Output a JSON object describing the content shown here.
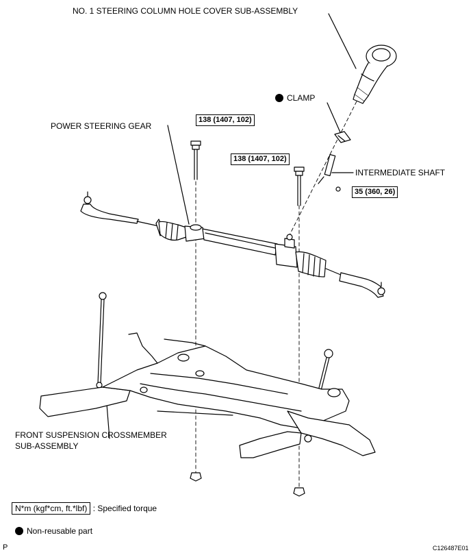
{
  "labels": {
    "column_cover": "NO. 1 STEERING COLUMN HOLE COVER SUB-ASSEMBLY",
    "clamp": "CLAMP",
    "power_steering_gear": "POWER STEERING GEAR",
    "intermediate_shaft": "INTERMEDIATE SHAFT",
    "crossmember_line1": "FRONT SUSPENSION CROSSMEMBER",
    "crossmember_line2": "SUB-ASSEMBLY"
  },
  "torques": {
    "gear_bolt_left": "138 (1407, 102)",
    "gear_bolt_right": "138 (1407, 102)",
    "shaft_bolt": "35 (360, 26)"
  },
  "legend": {
    "torque_unit": "N*m (kgf*cm, ft.*lbf)",
    "torque_desc": ": Specified torque",
    "non_reusable": "Non-reusable part"
  },
  "footer": {
    "left_code": "P",
    "figure_id": "C126487E01"
  }
}
